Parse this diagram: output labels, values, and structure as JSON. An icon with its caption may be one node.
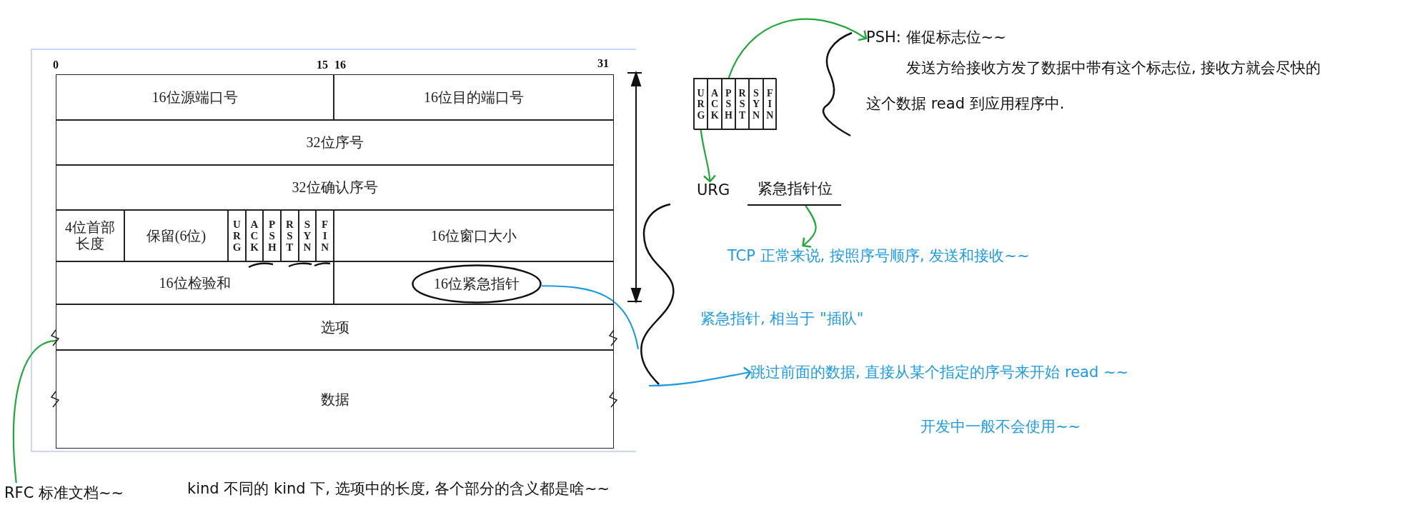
{
  "diagram": {
    "nodes": [
      {
        "text": [
          "16位源端口号"
        ]
      },
      {
        "text": [
          "16位目的端口号"
        ]
      },
      {
        "text": [
          "32位序号"
        ]
      },
      {
        "text": [
          "32位确认序号"
        ]
      },
      {
        "text": [
          "4位首部长度"
        ]
      },
      {
        "text": [
          "保留(6位)"
        ]
      },
      {
        "text": [
          "URG"
        ]
      },
      {
        "text": [
          "ACK"
        ]
      },
      {
        "text": [
          "PSH"
        ]
      },
      {
        "text": [
          "RST"
        ]
      },
      {
        "text": [
          "SYN"
        ]
      },
      {
        "text": [
          "FIN"
        ]
      },
      {
        "text": [
          "16位窗口大小"
        ]
      },
      {
        "text": [
          "16位检验和"
        ]
      },
      {
        "text": [],
        "shape": "box"
      },
      {
        "text": [
          "选项"
        ]
      },
      {
        "text": [
          "数据"
        ]
      },
      {
        "text": [],
        "shape": "box"
      },
      {
        "text": [
          "URG"
        ],
        "in": 17
      },
      {
        "text": [
          "ACK"
        ],
        "in": 17
      },
      {
        "text": [
          "PSH"
        ],
        "in": 17
      },
      {
        "text": [
          "RST"
        ],
        "in": 17
      },
      {
        "text": [
          "SYN"
        ],
        "in": 17
      },
      {
        "text": [
          "FIN"
        ],
        "in": 17
      },
      {
        "text": [
          "PSH: 催促标志位~~",
          "发送方给接收方发了数据中带有这个标志位, 接收方就会尽快的这个数据 read 到应用程序中."
        ]
      },
      {
        "text": [
          "URG"
        ]
      },
      {
        "text": [
          "紧急指针位"
        ]
      },
      {
        "text": [
          "TCP 正常来说, 按照序号顺序, 发送和接收~~"
        ]
      },
      {
        "text": [
          "紧急指针, 相当于 \"插队\""
        ]
      },
      {
        "text": [],
        "shape": "brace"
      },
      {
        "text": [
          "跳过前面的数据, 直接从某个指定的序号来开始 read ~~"
        ]
      },
      {
        "text": [
          "开发中一般不会使用~~"
        ]
      },
      {
        "text": [
          "RFC 标准文档~~"
        ]
      },
      {
        "text": [
          "kind 不同的 kind 下, 选项中的长度, 各个部分的含义都是啥~~"
        ]
      },
      {
        "text": [
          "16位紧急指针"
        ],
        "in": 14
      }
    ],
    "edges": [
      {
        "from": 20,
        "to": 24,
        "arrow": "to"
      },
      {
        "from": 18,
        "to": 25,
        "arrow": "to"
      },
      {
        "from": 26,
        "to": 27,
        "arrow": "to"
      },
      {
        "from": 34,
        "to": 29,
        "arrow": "none",
        "color": "#1e9be0"
      },
      {
        "from": 29,
        "to": 30,
        "arrow": "to",
        "color": "#1e9be0"
      },
      {
        "from": 15,
        "to": 32,
        "arrow": "none"
      }
    ],
    "labels": [
      "0",
      "15",
      "16",
      "31"
    ]
  }
}
